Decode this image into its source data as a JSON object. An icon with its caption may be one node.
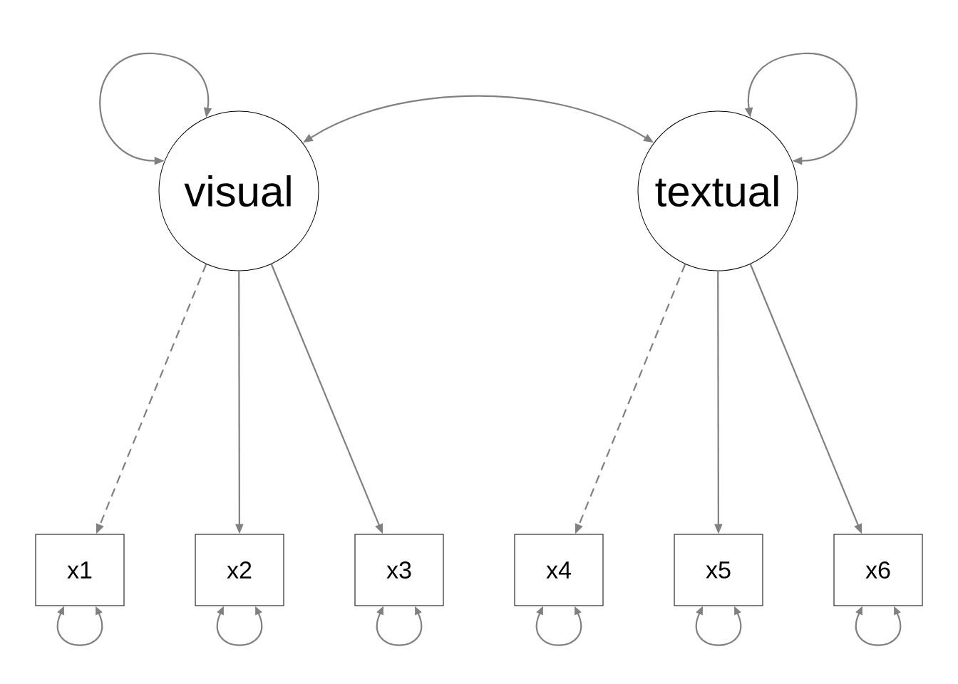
{
  "diagram": {
    "nodes": [
      {
        "text": [
          "visual"
        ]
      },
      {
        "text": [
          "textual"
        ]
      },
      {
        "text": [
          "x1"
        ]
      },
      {
        "text": [
          "x2"
        ]
      },
      {
        "text": [
          "x3"
        ]
      },
      {
        "text": [
          "x4"
        ]
      },
      {
        "text": [
          "x5"
        ]
      },
      {
        "text": [
          "x6"
        ]
      }
    ],
    "edges": [
      {
        "from": 0,
        "to": 0,
        "arrow": "both"
      },
      {
        "from": 1,
        "to": 1,
        "arrow": "both"
      },
      {
        "from": 0,
        "to": 1,
        "arrow": "both"
      },
      {
        "from": 0,
        "to": 2,
        "arrow": "to",
        "style": "dashed"
      },
      {
        "from": 0,
        "to": 3,
        "arrow": "to"
      },
      {
        "from": 0,
        "to": 4,
        "arrow": "to"
      },
      {
        "from": 1,
        "to": 5,
        "arrow": "to",
        "style": "dashed"
      },
      {
        "from": 1,
        "to": 6,
        "arrow": "to"
      },
      {
        "from": 1,
        "to": 7,
        "arrow": "to"
      },
      {
        "from": 2,
        "to": 2,
        "arrow": "both"
      },
      {
        "from": 3,
        "to": 3,
        "arrow": "both"
      },
      {
        "from": 4,
        "to": 4,
        "arrow": "both"
      },
      {
        "from": 5,
        "to": 5,
        "arrow": "both"
      },
      {
        "from": 6,
        "to": 6,
        "arrow": "both"
      },
      {
        "from": 7,
        "to": 7,
        "arrow": "both"
      }
    ]
  }
}
